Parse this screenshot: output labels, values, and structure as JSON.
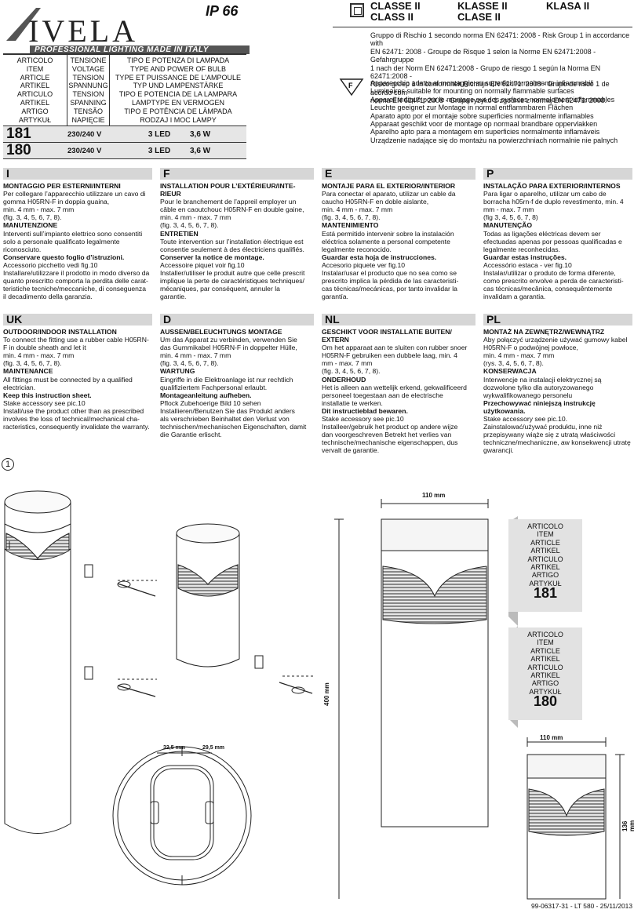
{
  "logo": {
    "brand": "IVELA",
    "tagline": "PROFESSIONAL LIGHTING MADE IN ITALY"
  },
  "ip_rating": "IP 66",
  "classes": [
    {
      "a": "CLASSE II",
      "b": "CLASS II"
    },
    {
      "a": "KLASSE II",
      "b": "CLASE II"
    },
    {
      "a": "KLASA II",
      "b": ""
    }
  ],
  "spec_table": {
    "header": {
      "col1": [
        "ARTICOLO",
        "ITEM",
        "ARTICLE",
        "ARTIKEL",
        "ARTICULO",
        "ARTIKEL",
        "ARTIGO",
        "ARTYKUŁ"
      ],
      "col2": [
        "TENSIONE",
        "VOLTAGE",
        "TENSION",
        "SPANNUNG",
        "TENSION",
        "SPANNING",
        "TENSÃO",
        "NAPIĘCIE"
      ],
      "col3": [
        "TIPO E POTENZA DI LAMPADA",
        "TYPE AND POWER OF BULB",
        "TYPE ET PUISSANCE DE L'AMPOULE",
        "TYP UND LAMPENSTÄRKE",
        "TIPO E POTENCIA DE LA LAMPARA",
        "LAMPTYPE EN VERMOGEN",
        "TIPO E POTÊNCIA DE LÂMPADA",
        "RODZAJ I MOC LAMPY"
      ]
    },
    "rows": [
      {
        "code": "181",
        "voltage": "230/240 V",
        "lamp": "3 LED",
        "watt": "3,6 W"
      },
      {
        "code": "180",
        "voltage": "230/240 V",
        "lamp": "3 LED",
        "watt": "3,6 W"
      }
    ]
  },
  "risk_text": [
    "Gruppo di Rischio 1 secondo norma EN 62471: 2008 - Risk Group 1 in accordance with",
    "EN 62471: 2008 - Groupe de Risque 1 selon la Norme EN 62471:2008 - Gefahrgruppe",
    "1 nach der Norm EN 62471:2008 - Grupo de riesgo 1 según la Norma EN 62471:2008 -",
    "Risico groep 1 in conformiteit Richtlijn EN 62471: 2008 - Grupo de risco 1 de acordo com",
    "norma EN 62471: 2008 - Grupa ryzyko 1 zgodnie z normą EN 62471: 2008."
  ],
  "mount_text": [
    "Apparecchio adatto al montaggio su superfici normalmente infiammabili",
    "Luminaires suitable for mounting on normally flammable surfaces",
    "Appareil indiqué pour le montage sur des surfaces normalement inflammables",
    "Leuchte geeignet zur Montage in normal entflammbaren Flächen",
    "Aparato apto por el montaje sobre superficies normalmente inflamables",
    "Apparaat geschikt voor de montage op normaal brandbare oppervlakken",
    "Aparelho apto para a montagem em superficies normalmente inflamáveis",
    "Urządzenie nadające się do montażu na powierzchniach normalnie nie palnych"
  ],
  "sections": [
    {
      "code": "I",
      "lines": [
        {
          "t": "MONTAGGIO PER ESTERNI/INTERNI",
          "b": true
        },
        {
          "t": "Per collegare l’apparecchio utilizzare un cavo di"
        },
        {
          "t": "gomma H05RN-F in doppia guaina,"
        },
        {
          "t": "min. 4 mm - max. 7 mm"
        },
        {
          "t": "(fig. 3, 4, 5, 6, 7, 8)."
        },
        {
          "t": "MANUTENZIONE",
          "b": true
        },
        {
          "t": "Interventi sull’impianto elettrico sono consentiti"
        },
        {
          "t": "solo a personale qualificato legalmente"
        },
        {
          "t": "riconosciuto."
        },
        {
          "t": "Conservare questo foglio d’istruzioni.",
          "b": true
        },
        {
          "t": "Accessorio picchetto vedi fig.10"
        },
        {
          "t": "Installare/utilizzare il prodotto in modo diverso da"
        },
        {
          "t": "quanto prescritto comporta la perdita delle carat-"
        },
        {
          "t": "teristiche tecniche/meccaniche, di conseguenza"
        },
        {
          "t": "il decadimento della garanzia."
        }
      ]
    },
    {
      "code": "F",
      "lines": [
        {
          "t": "INSTALLATION POUR L’EXTÉRIEUR/INTE-",
          "b": true
        },
        {
          "t": "RIEUR",
          "b": true
        },
        {
          "t": "Pour le branchement de l’appreil employer un"
        },
        {
          "t": "câble en caoutchouc H05RN-F en double gaine,"
        },
        {
          "t": "min. 4 mm - max. 7 mm"
        },
        {
          "t": "(fig. 3, 4, 5, 6, 7, 8)."
        },
        {
          "t": "ENTRETIEN",
          "b": true
        },
        {
          "t": "Toute intervention sur l’installation électrique est"
        },
        {
          "t": "consentie seulement à des électriciens qualifiés."
        },
        {
          "t": "Conserver la notice de montage.",
          "b": true
        },
        {
          "t": "Accessoire piquet voir fig.10"
        },
        {
          "t": "Installer/utiliser le produit autre que celle prescrit"
        },
        {
          "t": "implique la perte de caractéristiques techniques/"
        },
        {
          "t": "mécaniques, par conséquent, annuler la"
        },
        {
          "t": "garantie."
        }
      ]
    },
    {
      "code": "E",
      "lines": [
        {
          "t": "MONTAJE PARA EL EXTERIOR/INTERIOR",
          "b": true
        },
        {
          "t": "Para conectar el aparato, utilizar un cable da"
        },
        {
          "t": "caucho H05RN-F en doble aislante,"
        },
        {
          "t": "min. 4 mm - max. 7 mm"
        },
        {
          "t": "(fig. 3, 4, 5, 6, 7, 8)."
        },
        {
          "t": " MANTENIMIENTO",
          "b": true
        },
        {
          "t": "Está permitido intervenir sobre la instalación"
        },
        {
          "t": "eléctrica solamente a personal competente"
        },
        {
          "t": "legalmente reconocido."
        },
        {
          "t": "Guardar esta hoja de instrucciones.",
          "b": true
        },
        {
          "t": "Accesorio piquete ver fig.10"
        },
        {
          "t": "Instalar/usar el producto que no sea como se"
        },
        {
          "t": "prescrito implica la pérdida de las caracteristi-"
        },
        {
          "t": "cas técnicas/mecánicas, por tanto invalidar la"
        },
        {
          "t": "garantía."
        }
      ]
    },
    {
      "code": "P",
      "lines": [
        {
          "t": "INSTALAÇÃO PARA EXTERIOR/INTERNOS",
          "b": true
        },
        {
          "t": "Para ligar o aparelho, utilizar um cabo de"
        },
        {
          "t": "borracha h05rn-f de duplo revestimento, min. 4"
        },
        {
          "t": "mm - max. 7 mm"
        },
        {
          "t": "(fig 3, 4, 5, 6, 7, 8)"
        },
        {
          "t": "MANUTENÇÃO",
          "b": true
        },
        {
          "t": "Todas as ligações eléctricas devem ser"
        },
        {
          "t": "efectuadas apenas por pessoas qualificadas e"
        },
        {
          "t": "legalmente reconhecidas."
        },
        {
          "t": "Guardar estas instruções.",
          "b": true
        },
        {
          "t": "Accessório estaca - ver fig.10"
        },
        {
          "t": "Instalar/utilizar o produto de forma diferente,"
        },
        {
          "t": "como prescrito envolve a perda de caracteristi-"
        },
        {
          "t": "cas técnicas/mecânica, consequêntemente"
        },
        {
          "t": "invalidam a garantia."
        }
      ]
    },
    {
      "code": "UK",
      "lines": [
        {
          "t": "OUTDOOR/INDOOR  INSTALLATION",
          "b": true
        },
        {
          "t": "To connect the fitting use a rubber cable H05RN-"
        },
        {
          "t": "F in double sheath and let it"
        },
        {
          "t": "min. 4 mm - max. 7 mm"
        },
        {
          "t": "(fig. 3, 4, 5, 6, 7, 8)."
        },
        {
          "t": "MAINTENANCE",
          "b": true
        },
        {
          "t": "All fittings must be connected by a qualified"
        },
        {
          "t": "electrician."
        },
        {
          "t": "Keep this instruction sheet.",
          "b": true
        },
        {
          "t": "Stake accessory see pic.10"
        },
        {
          "t": "Install/use the product other than as prescribed"
        },
        {
          "t": "involves the loss of technical/mechanical cha-"
        },
        {
          "t": "racteristics, consequently invalidate the warranty."
        }
      ]
    },
    {
      "code": "D",
      "lines": [
        {
          "t": "AUSSEN/BELEUCHTUNGS MONTAGE",
          "b": true
        },
        {
          "t": "Um das Apparat zu verbinden, verwenden Sie"
        },
        {
          "t": "das Gummikabel H05RN-F in doppelter Hülle,"
        },
        {
          "t": "min. 4 mm - max. 7 mm"
        },
        {
          "t": "(fig. 3, 4, 5, 6, 7, 8)."
        },
        {
          "t": "WARTUNG",
          "b": true
        },
        {
          "t": "Eingriffe in die Elektroanlage ist nur  rechtlich"
        },
        {
          "t": "qualifiziertem Fachpersonal erlaubt."
        },
        {
          "t": "Montageanleitung aufheben.",
          "b": true
        },
        {
          "t": "Pflock Zubehoerige Bild 10 sehen"
        },
        {
          "t": "Installieren/Benutzen Sie das Produkt anders"
        },
        {
          "t": "als verschrieben Beinhaltet den Verlust von"
        },
        {
          "t": "technischen/mechanischen Eigenschaften, damit"
        },
        {
          "t": "die Garantie erlischt."
        }
      ]
    },
    {
      "code": "NL",
      "lines": [
        {
          "t": "GESCHIKT VOOR INSTALLATIE BUITEN/",
          "b": true
        },
        {
          "t": "EXTERN",
          "b": true
        },
        {
          "t": "Om het apparaat aan te sluiten con rubber snoer"
        },
        {
          "t": "H05RN-F gebruiken een dubbele laag, min. 4"
        },
        {
          "t": "mm - max. 7 mm"
        },
        {
          "t": "(fig. 3, 4, 5, 6, 7, 8)."
        },
        {
          "t": "ONDERHOUD",
          "b": true
        },
        {
          "t": "Het is alleen aan wettelijk erkend, gekwalificeerd"
        },
        {
          "t": "personeel toegestaan aan de electrische"
        },
        {
          "t": "installatie te werken."
        },
        {
          "t": "Dit instructieblad bewaren.",
          "b": true
        },
        {
          "t": "Stake accessory see pic.10"
        },
        {
          "t": "Installeer/gebruik het product op andere wijze"
        },
        {
          "t": "dan voorgeschreven Betrekt het verlies van"
        },
        {
          "t": "technische/mechanische eigenschappen, dus"
        },
        {
          "t": "vervalt de garantie."
        }
      ]
    },
    {
      "code": "PL",
      "lines": [
        {
          "t": "MONTAŻ NA ZEWNĘTRZ/WEWNĄTRZ",
          "b": true
        },
        {
          "t": "Aby połączyć urządzenie używać gumowy kabel"
        },
        {
          "t": "H05RN-F o podwójnej powłoce,"
        },
        {
          "t": "min. 4 mm - max. 7 mm"
        },
        {
          "t": "(rys. 3, 4, 5, 6, 7, 8)."
        },
        {
          "t": "KONSERWACJA",
          "b": true
        },
        {
          "t": "Interwencje na instalacji elektrycznej są"
        },
        {
          "t": "dozwolone tylko dla autoryzowanego"
        },
        {
          "t": "wykwalifikowanego personelu"
        },
        {
          "t": "Przechowywać niniejszą instrukcję",
          "b": true
        },
        {
          "t": "użytkowania.",
          "b": true
        },
        {
          "t": "Stake accessory see pic.10."
        },
        {
          "t": "Zainstalować/używać produktu, inne niż"
        },
        {
          "t": "przepisywany wiąże się z utratą właściwości"
        },
        {
          "t": "techniczne/mechaniczne, aw konsekwencji utratę"
        },
        {
          "t": "gwarancji."
        }
      ]
    }
  ],
  "figure_number": "1",
  "dimensions": {
    "width_top": "110 mm",
    "width_bottom": "110 mm",
    "height_tall": "400 mm",
    "height_short": "136 mm",
    "plan_left": "32,5 mm",
    "plan_right": "29,5 mm"
  },
  "article_boxes": [
    {
      "labels": [
        "ARTICOLO",
        "ITEM",
        "ARTICLE",
        "ARTIKEL",
        "ARTICULO",
        "ARTIKEL",
        "ARTIGO",
        "ARTYKUŁ"
      ],
      "code": "181"
    },
    {
      "labels": [
        "ARTICOLO",
        "ITEM",
        "ARTICLE",
        "ARTIKEL",
        "ARTICULO",
        "ARTIKEL",
        "ARTIGO",
        "ARTYKUŁ"
      ],
      "code": "180"
    }
  ],
  "footer": "99-06317-31 - LT 580 - 25/11/2013"
}
